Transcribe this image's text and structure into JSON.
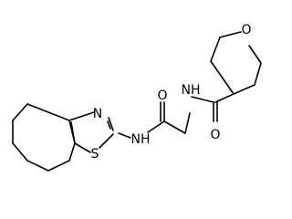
{
  "molecule": {
    "atom_labels": {
      "thiazole_n": "N",
      "thiazole_s": "S",
      "amine_nh": "NH",
      "amide_o": "O",
      "amide_nh": "NH",
      "carboxamide_o": "O",
      "pyran_o": "O"
    },
    "colors": {
      "bond": "#000000",
      "label": "#000000",
      "background": "#ffffff"
    }
  }
}
